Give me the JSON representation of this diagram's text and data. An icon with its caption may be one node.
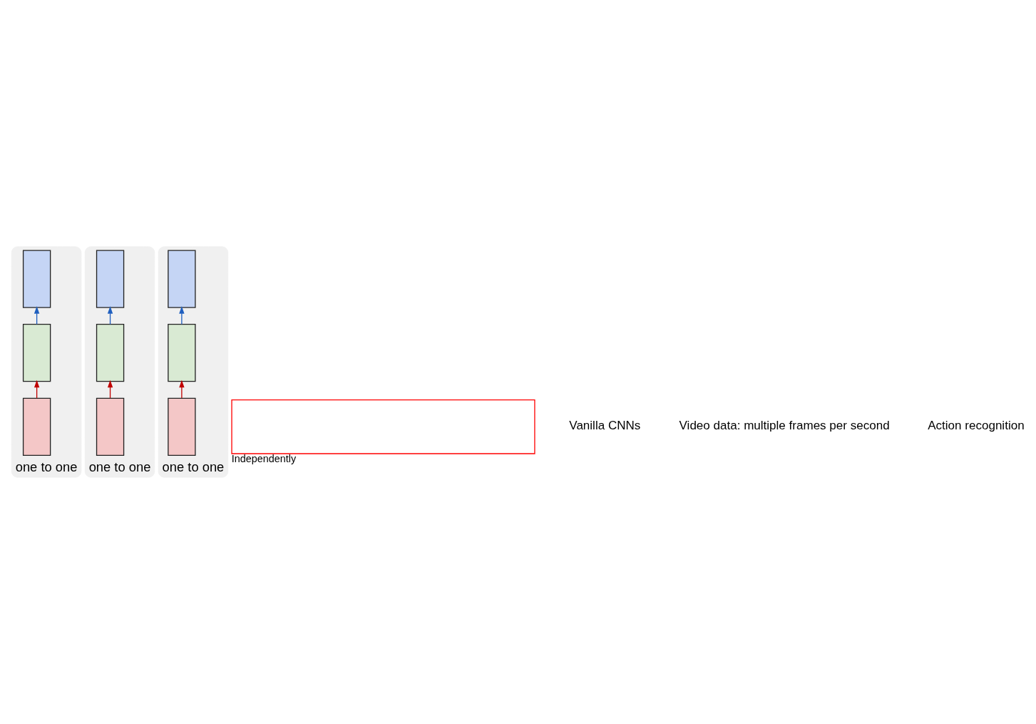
{
  "diagram": {
    "nodes": [
      {
        "text": [
          "one to one"
        ]
      },
      {
        "text": [],
        "shape": "box",
        "in": 0
      },
      {
        "text": [],
        "shape": "box",
        "in": 0
      },
      {
        "text": [],
        "shape": "box",
        "in": 0
      },
      {
        "text": [
          "one to one"
        ]
      },
      {
        "text": [],
        "shape": "box",
        "in": 4
      },
      {
        "text": [],
        "shape": "box",
        "in": 4
      },
      {
        "text": [],
        "shape": "box",
        "in": 4
      },
      {
        "text": [
          "one to one"
        ]
      },
      {
        "text": [],
        "shape": "box",
        "in": 8
      },
      {
        "text": [],
        "shape": "box",
        "in": 8
      },
      {
        "text": [],
        "shape": "box",
        "in": 8
      },
      {
        "text": [],
        "shape": "box",
        "beside": [
          "Independently"
        ]
      }
    ],
    "edges": [
      {
        "from": 3,
        "to": 2,
        "arrow": "to",
        "color": "#c00000"
      },
      {
        "from": 2,
        "to": 1,
        "arrow": "to",
        "color": "#1f5fbf"
      },
      {
        "from": 7,
        "to": 6,
        "arrow": "to",
        "color": "#c00000"
      },
      {
        "from": 6,
        "to": 5,
        "arrow": "to",
        "color": "#1f5fbf"
      },
      {
        "from": 11,
        "to": 10,
        "arrow": "to",
        "color": "#c00000"
      },
      {
        "from": 10,
        "to": 9,
        "arrow": "to",
        "color": "#1f5fbf"
      }
    ],
    "labels": [
      "Vanilla CNNs",
      "Video data: multiple frames per second",
      "Action recognition"
    ]
  }
}
